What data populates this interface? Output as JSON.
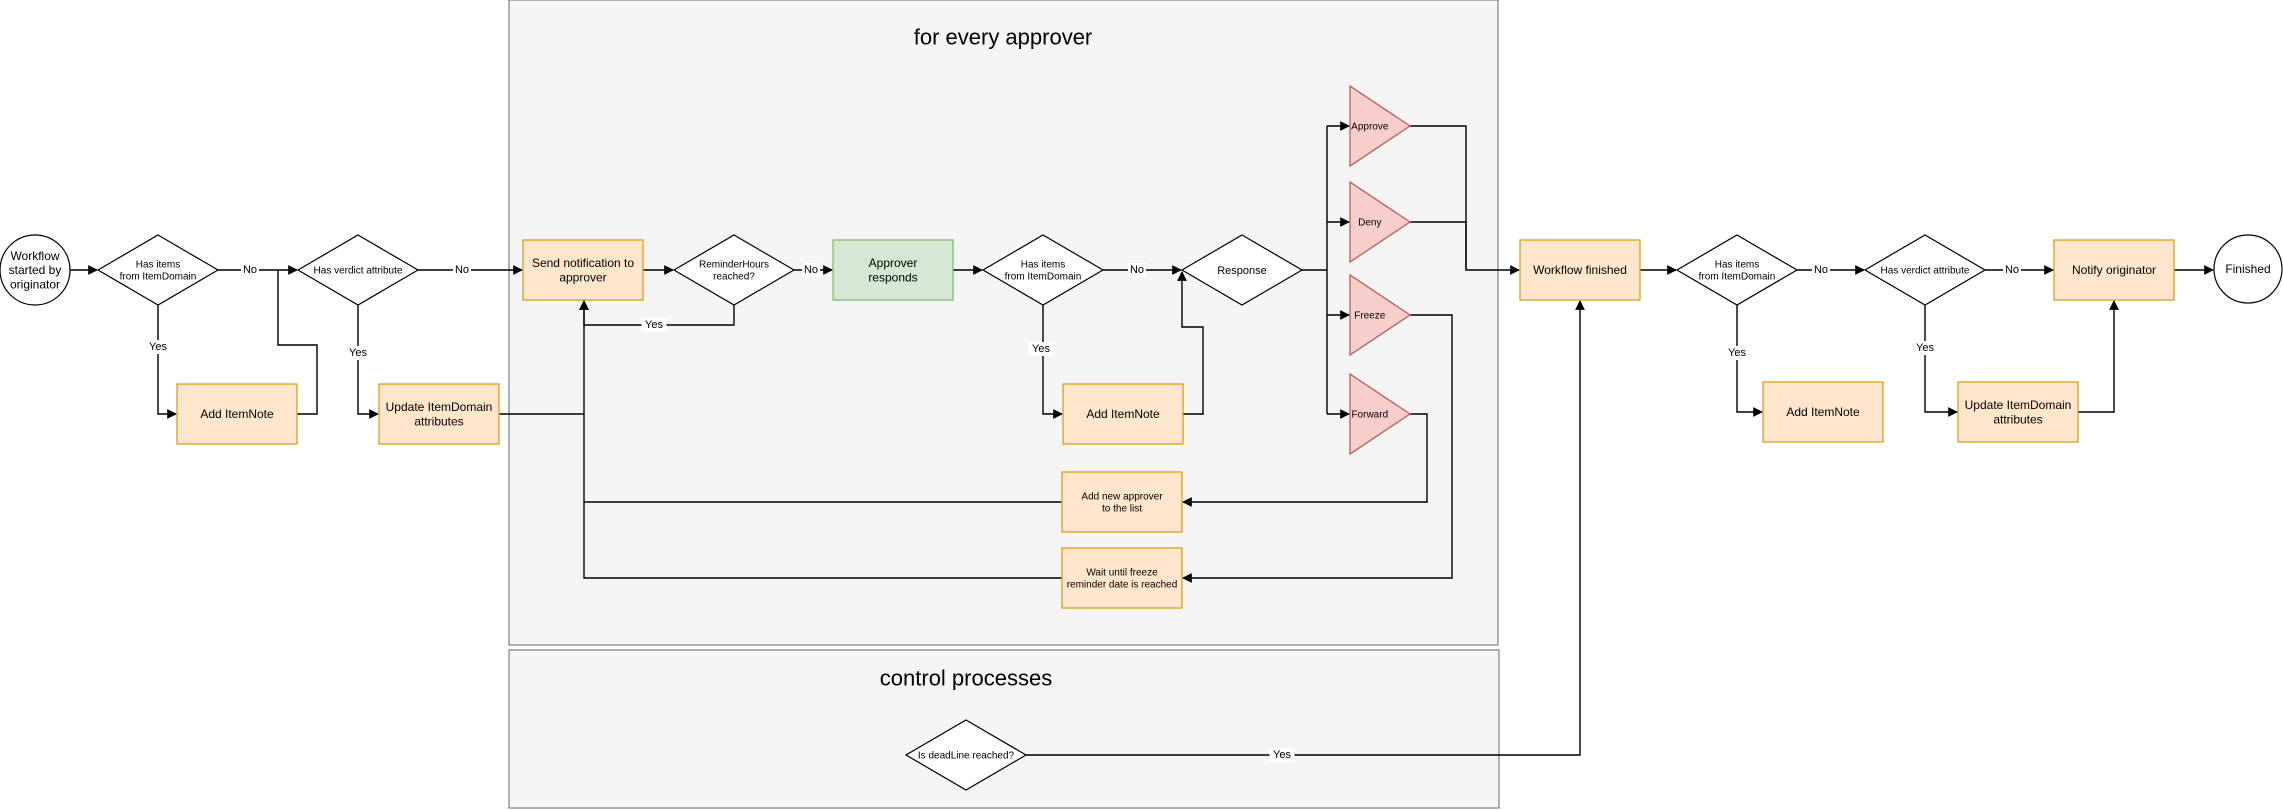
{
  "containers": {
    "approver_loop": {
      "title": "for every approver"
    },
    "control": {
      "title": "control processes"
    }
  },
  "nodes": {
    "start": {
      "text": [
        "Workflow",
        "started by",
        "originator"
      ]
    },
    "d1": {
      "text": [
        "Has items",
        "from ItemDomain"
      ]
    },
    "d2": {
      "text": [
        "Has verdict attribute"
      ]
    },
    "note1": {
      "text": [
        "Add ItemNote"
      ]
    },
    "upd1": {
      "text": [
        "Update ItemDomain",
        "attributes"
      ]
    },
    "send": {
      "text": [
        "Send notification to",
        "approver"
      ]
    },
    "d3": {
      "text": [
        "ReminderHours",
        "reached?"
      ]
    },
    "resp": {
      "text": [
        "Approver",
        "responds"
      ]
    },
    "d4": {
      "text": [
        "Has items",
        "from ItemDomain"
      ]
    },
    "note2": {
      "text": [
        "Add ItemNote"
      ]
    },
    "response": {
      "text": [
        "Response"
      ]
    },
    "approve": {
      "text": [
        "Approve"
      ]
    },
    "deny": {
      "text": [
        "Deny"
      ]
    },
    "freeze": {
      "text": [
        "Freeze"
      ]
    },
    "forward": {
      "text": [
        "Forward"
      ]
    },
    "addappr": {
      "text": [
        "Add new approver",
        "to the list"
      ]
    },
    "wait": {
      "text": [
        "Wait until freeze",
        "reminder date is reached"
      ]
    },
    "finished": {
      "text": [
        "Workflow finished"
      ]
    },
    "d5": {
      "text": [
        "Has items",
        "from ItemDomain"
      ]
    },
    "note3": {
      "text": [
        "Add ItemNote"
      ]
    },
    "d6": {
      "text": [
        "Has verdict attribute"
      ]
    },
    "upd2": {
      "text": [
        "Update ItemDomain",
        "attributes"
      ]
    },
    "notify": {
      "text": [
        "Notify originator"
      ]
    },
    "end": {
      "text": [
        "Finished"
      ]
    },
    "deadline": {
      "text": [
        "Is deadLine reached?"
      ]
    }
  },
  "edge_labels": {
    "no": "No",
    "yes": "Yes"
  },
  "colors": {
    "orange_fill": "#ffe6cc",
    "orange_stroke": "#d79b00",
    "green_fill": "#d5e8d4",
    "green_stroke": "#82b366",
    "red_fill": "#f8cecc",
    "red_stroke": "#b85450",
    "container_fill": "#f5f5f5",
    "container_stroke": "#666666"
  }
}
